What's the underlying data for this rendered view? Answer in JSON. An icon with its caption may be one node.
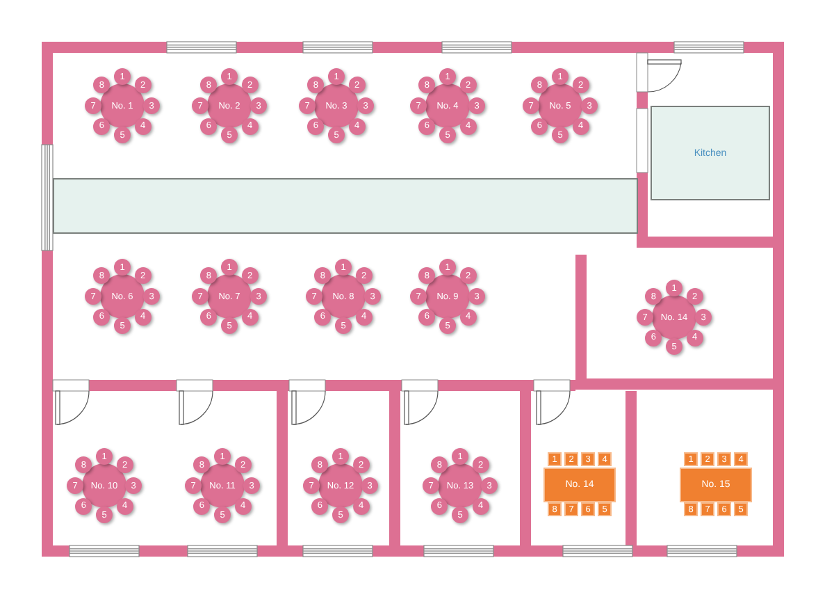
{
  "diagram": {
    "nodes": [
      {
        "text": [
          "No. 1"
        ]
      },
      {
        "text": [
          "1"
        ]
      },
      {
        "text": [
          "2"
        ]
      },
      {
        "text": [
          "3"
        ]
      },
      {
        "text": [
          "4"
        ]
      },
      {
        "text": [
          "5"
        ]
      },
      {
        "text": [
          "6"
        ]
      },
      {
        "text": [
          "7"
        ]
      },
      {
        "text": [
          "8"
        ]
      },
      {
        "text": [
          "No. 2"
        ]
      },
      {
        "text": [
          "1"
        ]
      },
      {
        "text": [
          "2"
        ]
      },
      {
        "text": [
          "3"
        ]
      },
      {
        "text": [
          "4"
        ]
      },
      {
        "text": [
          "5"
        ]
      },
      {
        "text": [
          "6"
        ]
      },
      {
        "text": [
          "7"
        ]
      },
      {
        "text": [
          "8"
        ]
      },
      {
        "text": [
          "No. 3"
        ]
      },
      {
        "text": [
          "1"
        ]
      },
      {
        "text": [
          "2"
        ]
      },
      {
        "text": [
          "3"
        ]
      },
      {
        "text": [
          "4"
        ]
      },
      {
        "text": [
          "5"
        ]
      },
      {
        "text": [
          "6"
        ]
      },
      {
        "text": [
          "7"
        ]
      },
      {
        "text": [
          "8"
        ]
      },
      {
        "text": [
          "No. 4"
        ]
      },
      {
        "text": [
          "1"
        ]
      },
      {
        "text": [
          "2"
        ]
      },
      {
        "text": [
          "3"
        ]
      },
      {
        "text": [
          "4"
        ]
      },
      {
        "text": [
          "5"
        ]
      },
      {
        "text": [
          "6"
        ]
      },
      {
        "text": [
          "7"
        ]
      },
      {
        "text": [
          "8"
        ]
      },
      {
        "text": [
          "No. 5"
        ]
      },
      {
        "text": [
          "1"
        ]
      },
      {
        "text": [
          "2"
        ]
      },
      {
        "text": [
          "3"
        ]
      },
      {
        "text": [
          "4"
        ]
      },
      {
        "text": [
          "5"
        ]
      },
      {
        "text": [
          "6"
        ]
      },
      {
        "text": [
          "7"
        ]
      },
      {
        "text": [
          "8"
        ]
      },
      {
        "text": [
          "Kitchen"
        ]
      },
      {
        "text": [],
        "shape": "box"
      },
      {
        "text": [
          "No. 6"
        ]
      },
      {
        "text": [
          "1"
        ]
      },
      {
        "text": [
          "2"
        ]
      },
      {
        "text": [
          "3"
        ]
      },
      {
        "text": [
          "4"
        ]
      },
      {
        "text": [
          "5"
        ]
      },
      {
        "text": [
          "6"
        ]
      },
      {
        "text": [
          "7"
        ]
      },
      {
        "text": [
          "8"
        ]
      },
      {
        "text": [
          "No. 7"
        ]
      },
      {
        "text": [
          "1"
        ]
      },
      {
        "text": [
          "2"
        ]
      },
      {
        "text": [
          "3"
        ]
      },
      {
        "text": [
          "4"
        ]
      },
      {
        "text": [
          "5"
        ]
      },
      {
        "text": [
          "6"
        ]
      },
      {
        "text": [
          "7"
        ]
      },
      {
        "text": [
          "8"
        ]
      },
      {
        "text": [
          "No. 8"
        ]
      },
      {
        "text": [
          "1"
        ]
      },
      {
        "text": [
          "2"
        ]
      },
      {
        "text": [
          "3"
        ]
      },
      {
        "text": [
          "4"
        ]
      },
      {
        "text": [
          "5"
        ]
      },
      {
        "text": [
          "6"
        ]
      },
      {
        "text": [
          "7"
        ]
      },
      {
        "text": [
          "8"
        ]
      },
      {
        "text": [
          "No. 9"
        ]
      },
      {
        "text": [
          "1"
        ]
      },
      {
        "text": [
          "2"
        ]
      },
      {
        "text": [
          "3"
        ]
      },
      {
        "text": [
          "4"
        ]
      },
      {
        "text": [
          "5"
        ]
      },
      {
        "text": [
          "6"
        ]
      },
      {
        "text": [
          "7"
        ]
      },
      {
        "text": [
          "8"
        ]
      },
      {
        "text": [
          "No. 14"
        ]
      },
      {
        "text": [
          "1"
        ]
      },
      {
        "text": [
          "2"
        ]
      },
      {
        "text": [
          "3"
        ]
      },
      {
        "text": [
          "4"
        ]
      },
      {
        "text": [
          "5"
        ]
      },
      {
        "text": [
          "6"
        ]
      },
      {
        "text": [
          "7"
        ]
      },
      {
        "text": [
          "8"
        ]
      },
      {
        "text": [
          "No. 10"
        ]
      },
      {
        "text": [
          "1"
        ]
      },
      {
        "text": [
          "2"
        ]
      },
      {
        "text": [
          "3"
        ]
      },
      {
        "text": [
          "4"
        ]
      },
      {
        "text": [
          "5"
        ]
      },
      {
        "text": [
          "6"
        ]
      },
      {
        "text": [
          "7"
        ]
      },
      {
        "text": [
          "8"
        ]
      },
      {
        "text": [
          "No. 11"
        ]
      },
      {
        "text": [
          "1"
        ]
      },
      {
        "text": [
          "2"
        ]
      },
      {
        "text": [
          "3"
        ]
      },
      {
        "text": [
          "4"
        ]
      },
      {
        "text": [
          "5"
        ]
      },
      {
        "text": [
          "6"
        ]
      },
      {
        "text": [
          "7"
        ]
      },
      {
        "text": [
          "8"
        ]
      },
      {
        "text": [
          "No. 12"
        ]
      },
      {
        "text": [
          "1"
        ]
      },
      {
        "text": [
          "2"
        ]
      },
      {
        "text": [
          "3"
        ]
      },
      {
        "text": [
          "4"
        ]
      },
      {
        "text": [
          "5"
        ]
      },
      {
        "text": [
          "6"
        ]
      },
      {
        "text": [
          "7"
        ]
      },
      {
        "text": [
          "8"
        ]
      },
      {
        "text": [
          "No. 13"
        ]
      },
      {
        "text": [
          "1"
        ]
      },
      {
        "text": [
          "2"
        ]
      },
      {
        "text": [
          "3"
        ]
      },
      {
        "text": [
          "4"
        ]
      },
      {
        "text": [
          "5"
        ]
      },
      {
        "text": [
          "6"
        ]
      },
      {
        "text": [
          "7"
        ]
      },
      {
        "text": [
          "8"
        ]
      },
      {
        "text": [
          "No. 14"
        ]
      },
      {
        "text": [
          "1"
        ]
      },
      {
        "text": [
          "2"
        ]
      },
      {
        "text": [
          "3"
        ]
      },
      {
        "text": [
          "4"
        ]
      },
      {
        "text": [
          "5"
        ]
      },
      {
        "text": [
          "6"
        ]
      },
      {
        "text": [
          "7"
        ]
      },
      {
        "text": [
          "8"
        ]
      },
      {
        "text": [
          "No. 15"
        ]
      },
      {
        "text": [
          "1"
        ]
      },
      {
        "text": [
          "2"
        ]
      },
      {
        "text": [
          "3"
        ]
      },
      {
        "text": [
          "4"
        ]
      },
      {
        "text": [
          "5"
        ]
      },
      {
        "text": [
          "6"
        ]
      },
      {
        "text": [
          "7"
        ]
      },
      {
        "text": [
          "8"
        ]
      }
    ]
  }
}
